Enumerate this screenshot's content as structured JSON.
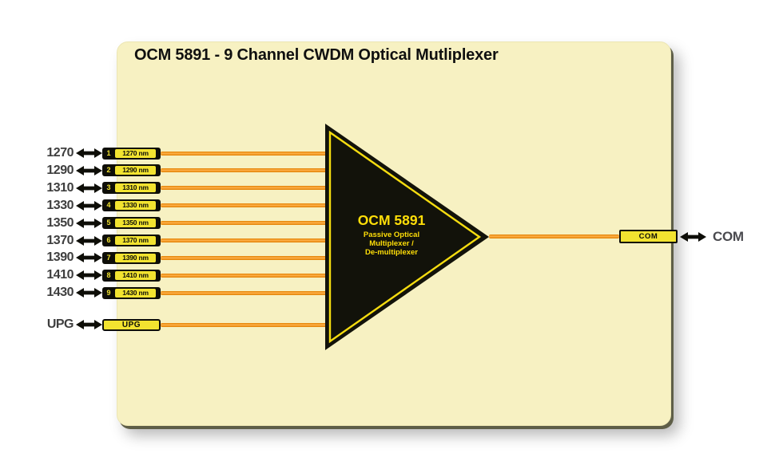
{
  "title": "OCM 5891 - 9 Channel CWDM Optical Mutliplexer",
  "channels": [
    {
      "wavelength": "1270",
      "number": "1",
      "box_label": "1270 nm"
    },
    {
      "wavelength": "1290",
      "number": "2",
      "box_label": "1290 nm"
    },
    {
      "wavelength": "1310",
      "number": "3",
      "box_label": "1310 nm"
    },
    {
      "wavelength": "1330",
      "number": "4",
      "box_label": "1330 nm"
    },
    {
      "wavelength": "1350",
      "number": "5",
      "box_label": "1350 nm"
    },
    {
      "wavelength": "1370",
      "number": "6",
      "box_label": "1370 nm"
    },
    {
      "wavelength": "1390",
      "number": "7",
      "box_label": "1390 nm"
    },
    {
      "wavelength": "1410",
      "number": "8",
      "box_label": "1410 nm"
    },
    {
      "wavelength": "1430",
      "number": "9",
      "box_label": "1430 nm"
    }
  ],
  "upg": {
    "port_label": "UPG",
    "box_label": "UPG"
  },
  "device": {
    "name": "OCM 5891",
    "desc_line1": "Passive Optical",
    "desc_line2": "Multiplexer /",
    "desc_line3": "De-multiplexer"
  },
  "com": {
    "box_label": "COM",
    "port_label": "COM"
  },
  "colors": {
    "card_bg": "#F7F1C2",
    "accent_yellow": "#F2E330",
    "line_dark": "#E07F00",
    "line_light": "#FFB149",
    "triangle_fill": "#12120A",
    "triangle_text": "#FFDE08"
  }
}
